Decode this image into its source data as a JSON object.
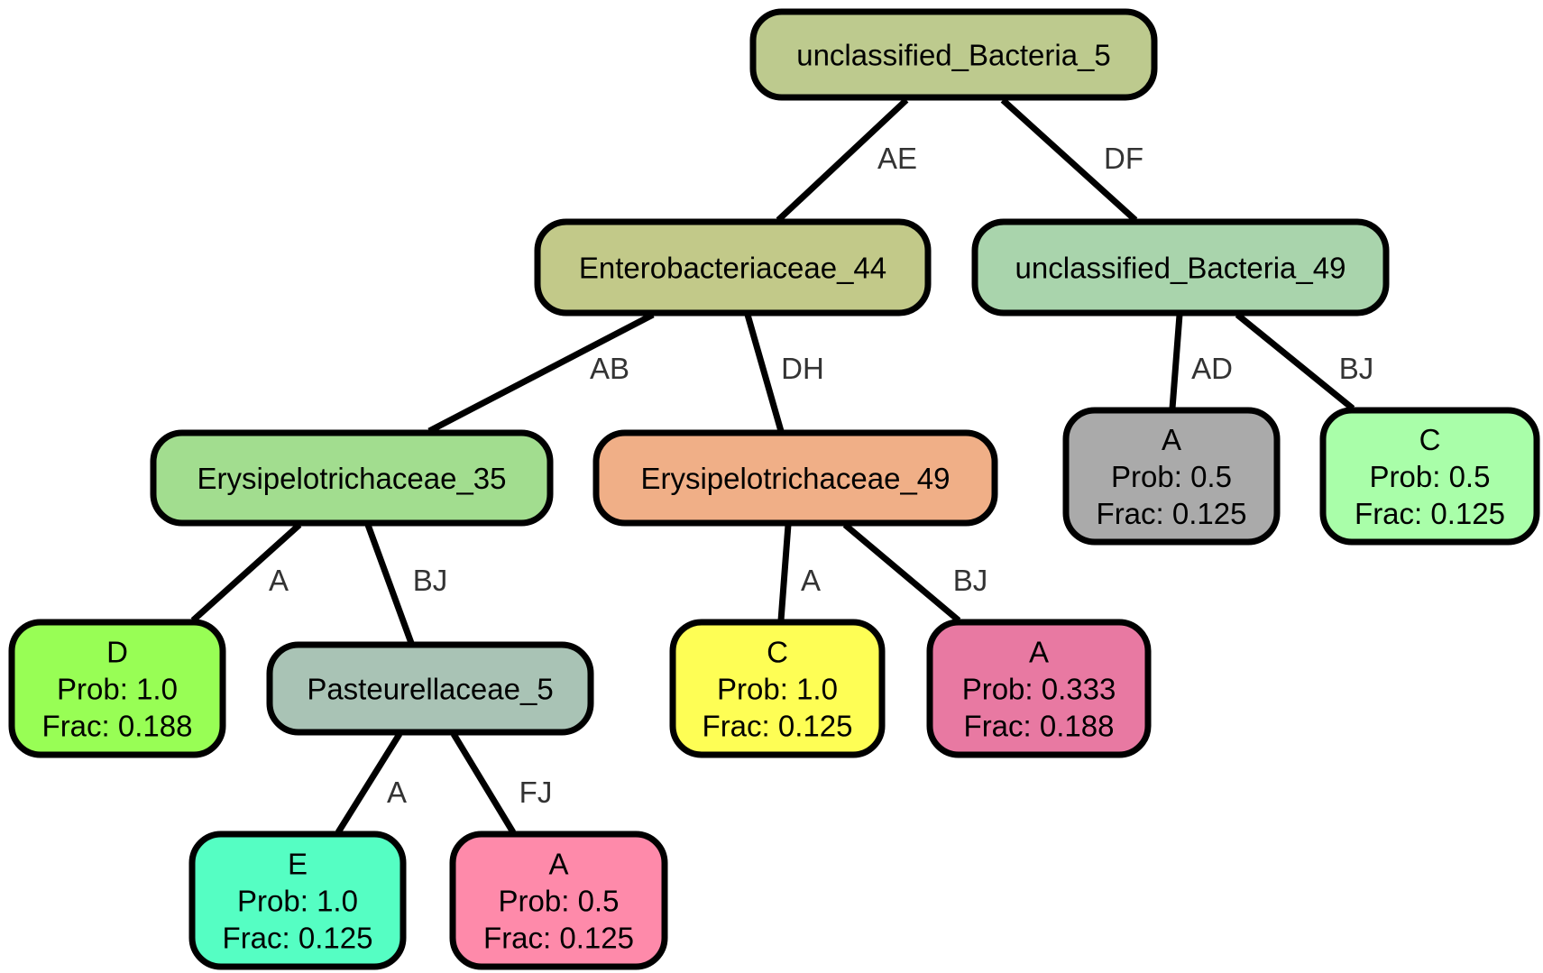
{
  "nodes": [
    {
      "id": "n0",
      "lines": [
        "unclassified_Bacteria_5"
      ],
      "color": "#bdca8e"
    },
    {
      "id": "n1",
      "lines": [
        "Enterobacteriaceae_44"
      ],
      "color": "#c2c989"
    },
    {
      "id": "n2",
      "lines": [
        "unclassified_Bacteria_49"
      ],
      "color": "#a9d4ac"
    },
    {
      "id": "n3",
      "lines": [
        "Erysipelotrichaceae_35"
      ],
      "color": "#a2dd8f"
    },
    {
      "id": "n4",
      "lines": [
        "Erysipelotrichaceae_49"
      ],
      "color": "#f0af87"
    },
    {
      "id": "n5",
      "lines": [
        "A",
        "Prob: 0.5",
        "Frac: 0.125"
      ],
      "color": "#aaaaaa"
    },
    {
      "id": "n6",
      "lines": [
        "C",
        "Prob: 0.5",
        "Frac: 0.125"
      ],
      "color": "#a9fea9"
    },
    {
      "id": "n7",
      "lines": [
        "D",
        "Prob: 1.0",
        "Frac: 0.188"
      ],
      "color": "#98fe55"
    },
    {
      "id": "n8",
      "lines": [
        "Pasteurellaceae_5"
      ],
      "color": "#a9c3b5"
    },
    {
      "id": "n9",
      "lines": [
        "C",
        "Prob: 1.0",
        "Frac: 0.125"
      ],
      "color": "#fefe55"
    },
    {
      "id": "n10",
      "lines": [
        "A",
        "Prob: 0.333",
        "Frac: 0.188"
      ],
      "color": "#e879a2"
    },
    {
      "id": "n11",
      "lines": [
        "E",
        "Prob: 1.0",
        "Frac: 0.125"
      ],
      "color": "#55fec3"
    },
    {
      "id": "n12",
      "lines": [
        "A",
        "Prob: 0.5",
        "Frac: 0.125"
      ],
      "color": "#fe8aaa"
    }
  ],
  "edges": [
    {
      "from": "n0",
      "to": "n1",
      "label": "AE"
    },
    {
      "from": "n0",
      "to": "n2",
      "label": "DF"
    },
    {
      "from": "n1",
      "to": "n3",
      "label": "AB"
    },
    {
      "from": "n1",
      "to": "n4",
      "label": "DH"
    },
    {
      "from": "n2",
      "to": "n5",
      "label": "AD"
    },
    {
      "from": "n2",
      "to": "n6",
      "label": "BJ"
    },
    {
      "from": "n3",
      "to": "n7",
      "label": "A"
    },
    {
      "from": "n3",
      "to": "n8",
      "label": "BJ"
    },
    {
      "from": "n4",
      "to": "n9",
      "label": "A"
    },
    {
      "from": "n4",
      "to": "n10",
      "label": "BJ"
    },
    {
      "from": "n8",
      "to": "n11",
      "label": "A"
    },
    {
      "from": "n8",
      "to": "n12",
      "label": "FJ"
    }
  ]
}
